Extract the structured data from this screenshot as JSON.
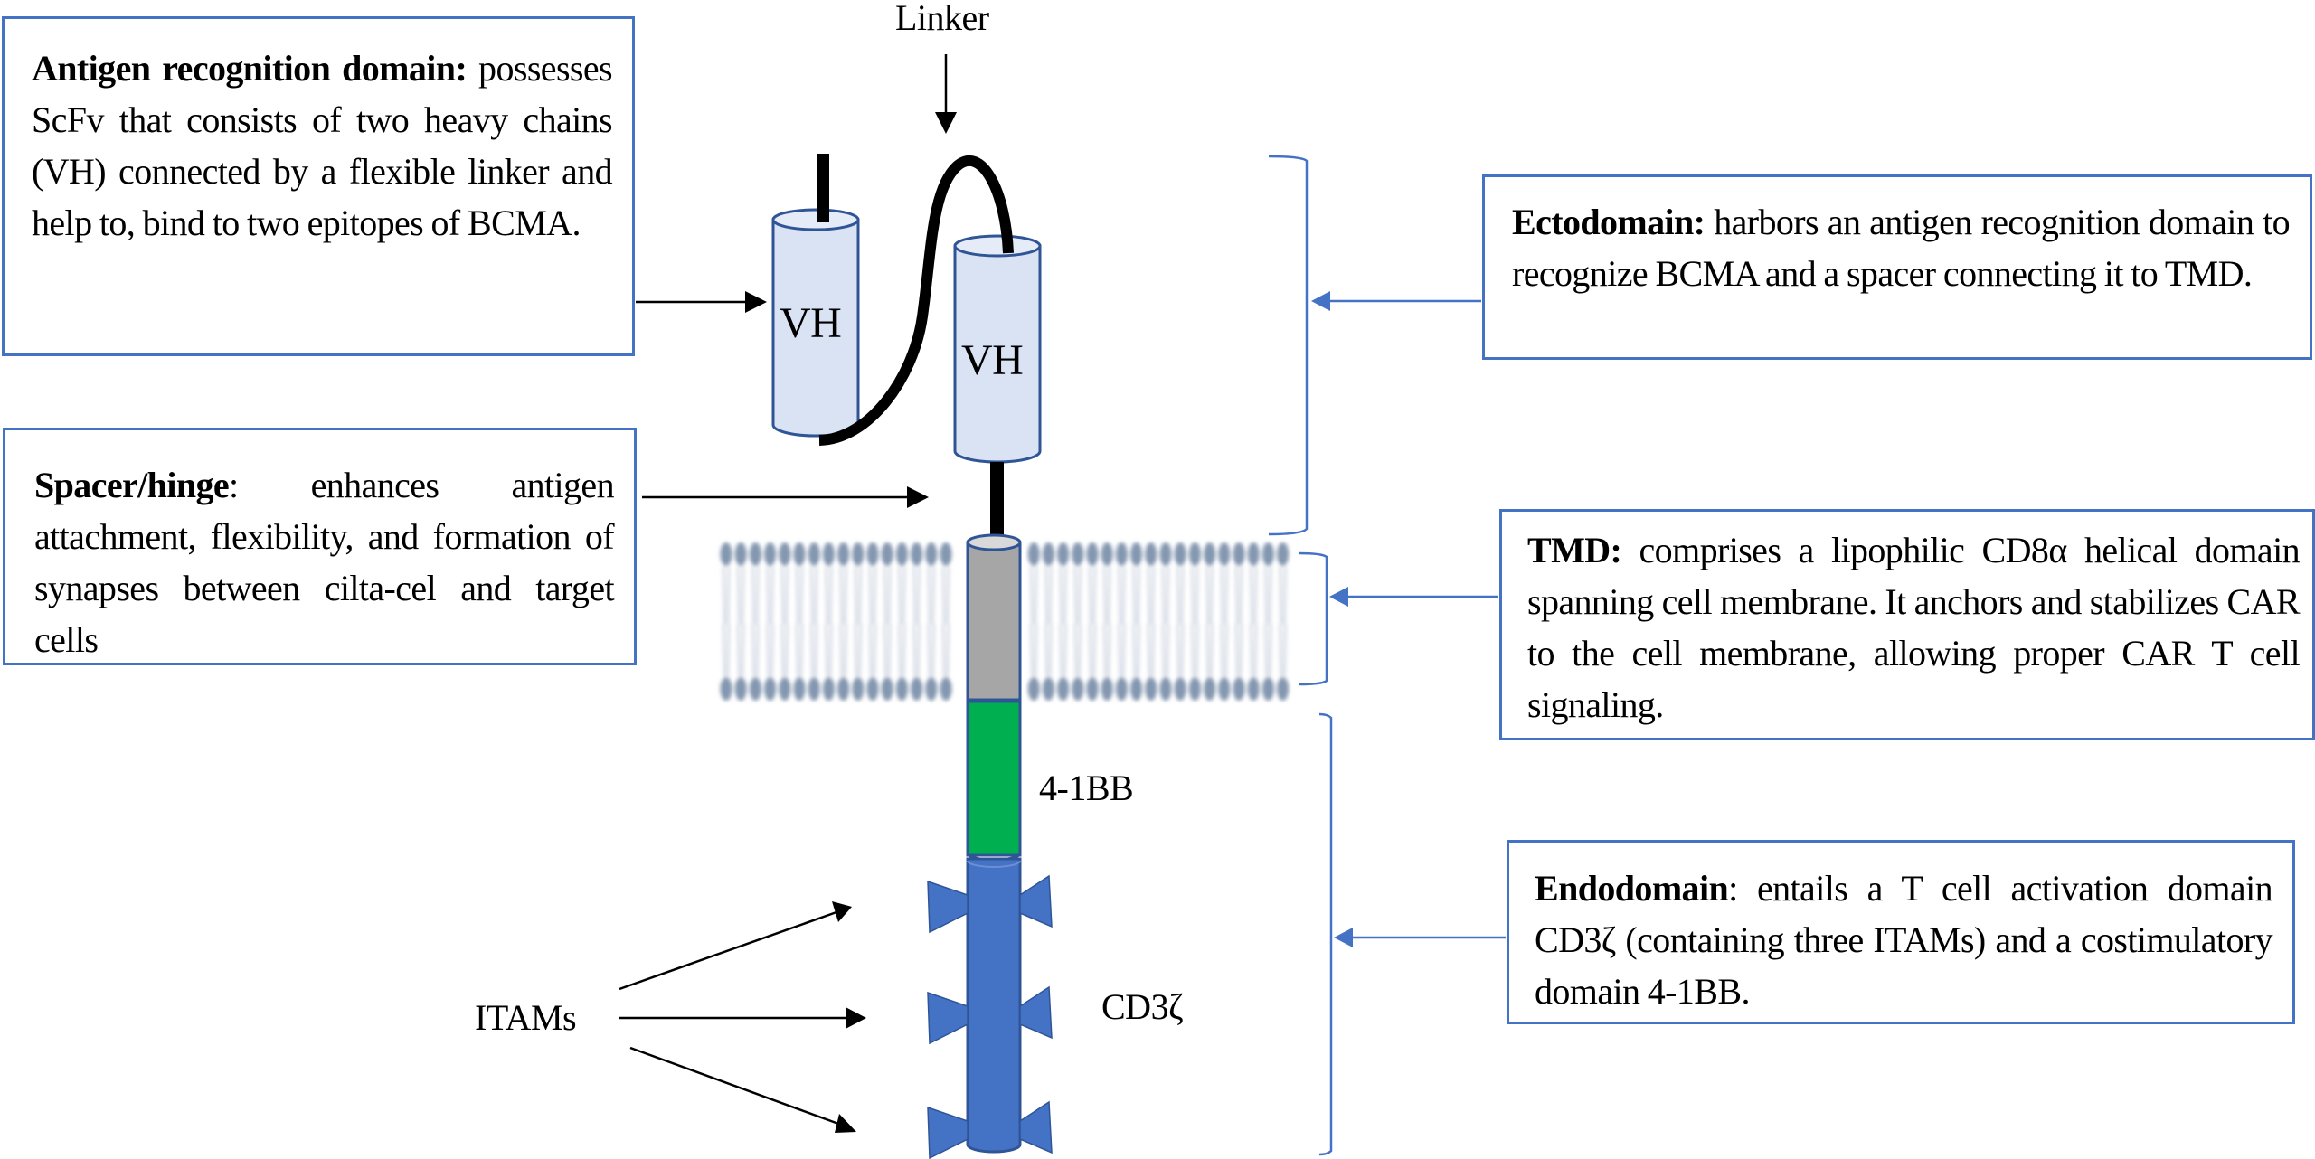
{
  "figure": {
    "title": "Structure of cilta-cel CAR (BCMA-targeted CAR T cell)",
    "colors": {
      "box_border": "#4472c4",
      "bracket": "#4472c4",
      "vh_fill": "#dae3f3",
      "vh_stroke": "#2f5597",
      "tmd_fill": "#a6a6a6",
      "costim_fill": "#00b050",
      "cd3z_fill": "#4472c4",
      "membrane_head": "#8497b0",
      "membrane_tail": "#d6dce5",
      "linker": "#000000"
    }
  },
  "boxes": {
    "antigen": {
      "heading": "Antigen recognition domain:",
      "body": " possesses ScFv that consists of two heavy chains (VH) connected by a flexible linker and help to, bind to two epitopes of BCMA."
    },
    "spacer": {
      "heading": "Spacer/hinge",
      "body": ": enhances antigen attachment, flexibility, and formation of synapses between cilta-cel and target cells"
    },
    "ectodomain": {
      "heading": "Ectodomain:",
      "body": " harbors an antigen recognition domain to recognize BCMA and a spacer connecting it to TMD."
    },
    "tmd": {
      "heading": "TMD:",
      "body": " comprises a lipophilic CD8α  helical domain spanning cell membrane. It anchors and stabilizes CAR to the cell membrane, allowing proper CAR T cell signaling."
    },
    "endodomain": {
      "heading": "Endodomain",
      "body": ": entails a T cell activation domain CD3ζ (containing three ITAMs) and a costimulatory domain 4-1BB."
    }
  },
  "labels": {
    "linker": "Linker",
    "vh_1": "VH",
    "vh_2": "VH",
    "costim": "4-1BB",
    "cd3z": "CD3ζ",
    "itams": "ITAMs"
  },
  "itam_count": 3
}
